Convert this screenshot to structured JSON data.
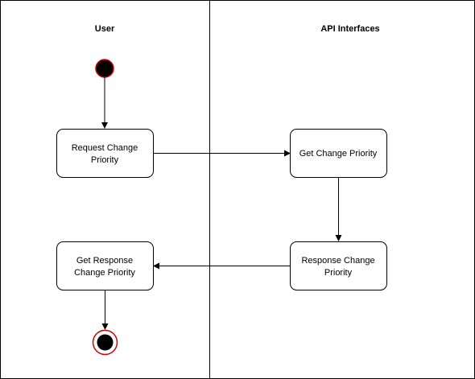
{
  "swimlanes": [
    {
      "title": "User"
    },
    {
      "title": "API Interfaces"
    }
  ],
  "nodes": {
    "request_change_priority": {
      "lines": [
        "Request Change",
        "Priority"
      ]
    },
    "get_change_priority": {
      "lines": [
        "Get Change Priority"
      ]
    },
    "response_change_priority": {
      "lines": [
        "Response Change",
        "Priority"
      ]
    },
    "get_response_change_priority": {
      "lines": [
        "Get Response",
        "Change Priority"
      ]
    }
  },
  "colors": {
    "start_fill": "#000000",
    "start_stroke": "#cc0000",
    "end_ring": "#cc0000"
  }
}
